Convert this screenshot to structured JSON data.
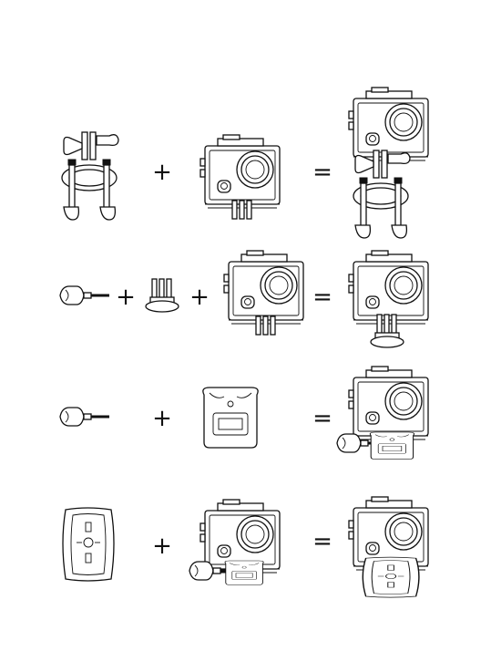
{
  "rows": [
    {
      "id": "row1",
      "operators": [
        "+",
        "="
      ]
    },
    {
      "id": "row2",
      "operators": [
        "+",
        "+",
        "="
      ]
    },
    {
      "id": "row3",
      "operators": [
        "+",
        "="
      ]
    },
    {
      "id": "row4",
      "operators": [
        "+",
        "="
      ]
    }
  ],
  "icons": {
    "camera": "camera-housing-icon",
    "handlebar": "handlebar-mount-icon",
    "screw": "thumb-screw-icon",
    "tripod": "tripod-adapter-icon",
    "buckle": "quick-release-buckle-icon",
    "curved": "curved-adhesive-mount-icon"
  },
  "colors": {
    "line": "#111111",
    "background": "#ffffff"
  }
}
